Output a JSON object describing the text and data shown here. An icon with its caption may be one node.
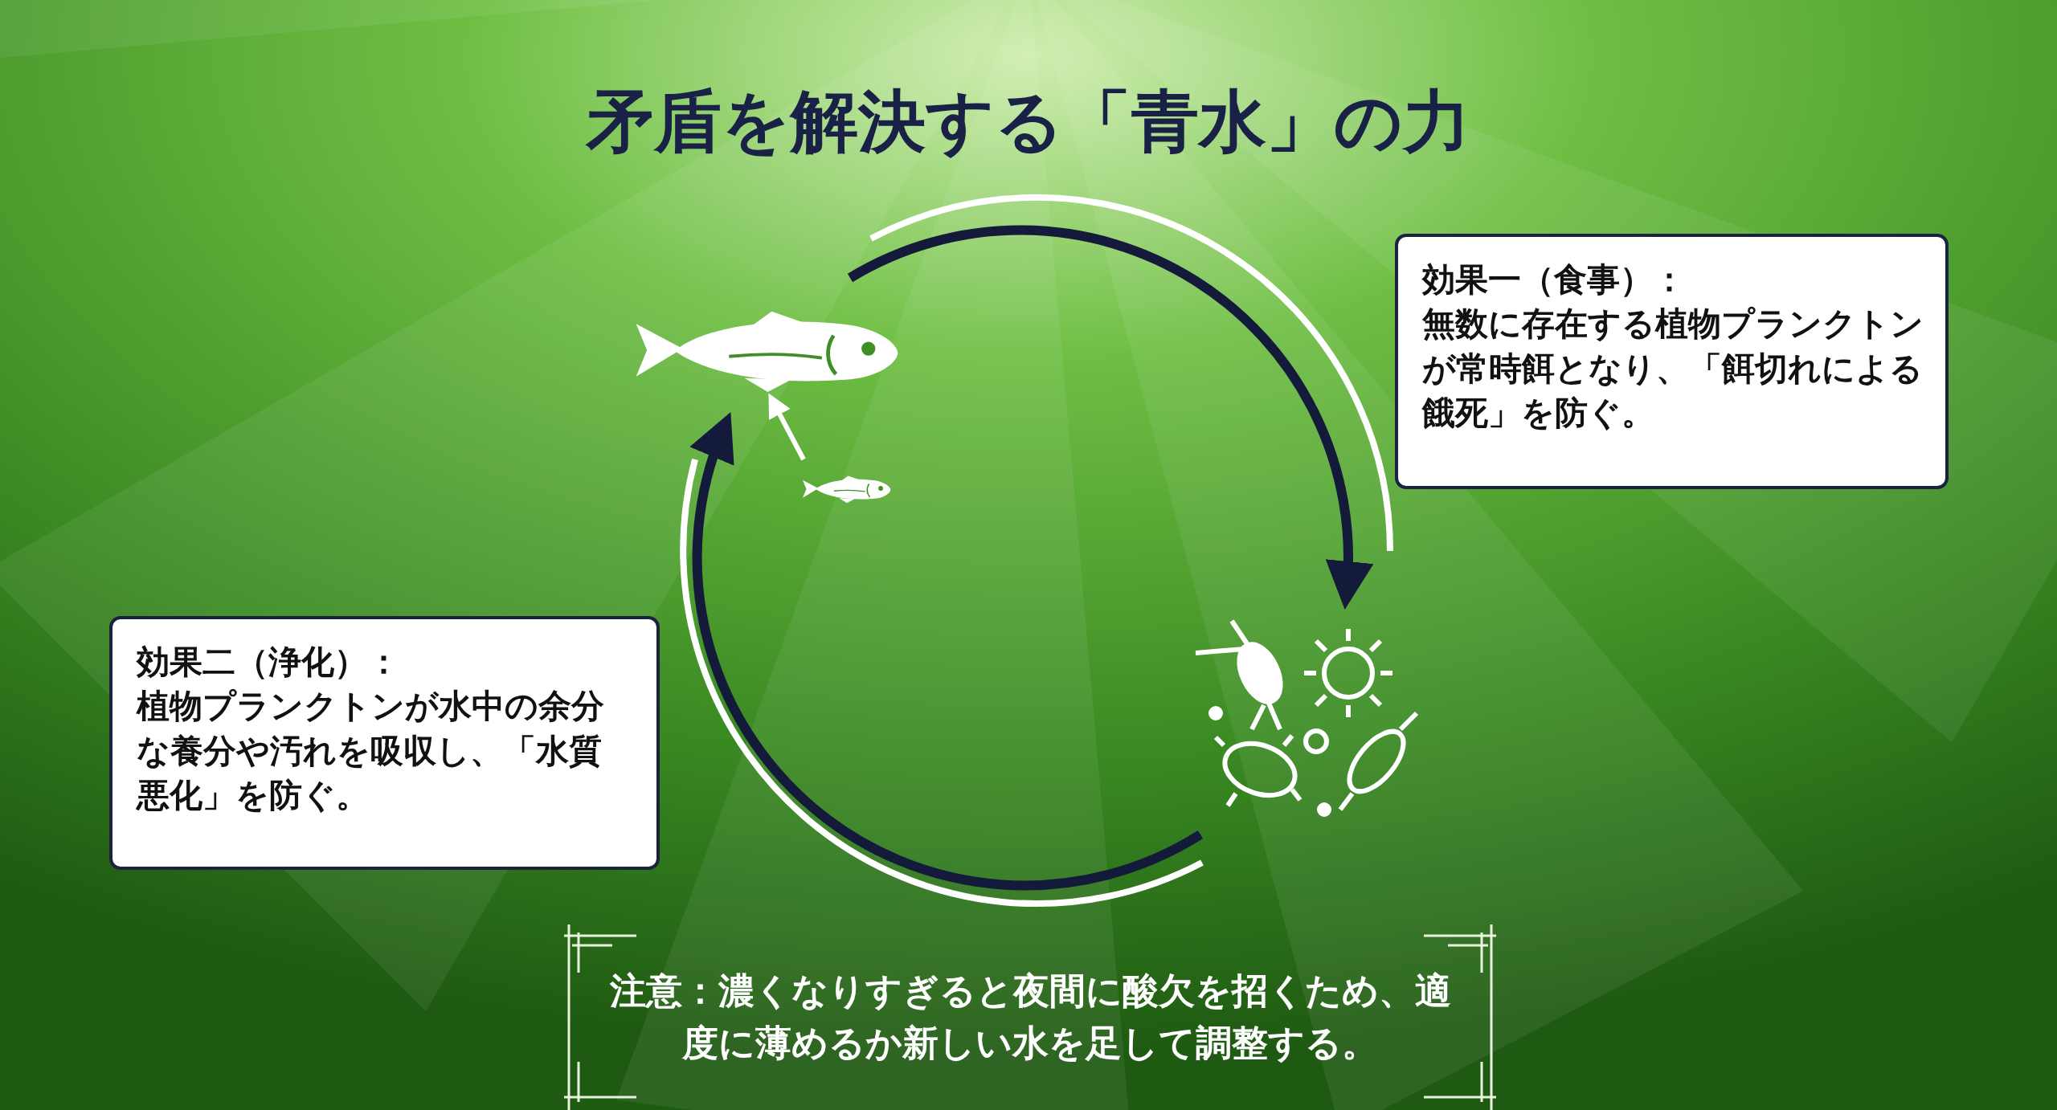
{
  "diagram": {
    "title": "矛盾を解決する「青水」の力",
    "nodes": [
      {
        "text": [],
        "shape": "picture"
      },
      {
        "text": [],
        "shape": "picture"
      },
      {
        "text": [],
        "shape": "picture"
      },
      {
        "text": [
          "効果一（食事）：",
          "無数に存在する植物プランクトンが常時餌となり、「餌切れによる餓死」を防ぐ。"
        ]
      },
      {
        "text": [
          "効果二（浄化）：",
          "植物プランクトンが水中の余分な養分や汚れを吸収し、「水質悪化」を防ぐ。"
        ]
      },
      {
        "text": [
          "注意：濃くなりすぎると夜間に酸欠を招くため、適度に薄めるか新しい水を足して調整する。"
        ]
      }
    ],
    "edges": [
      {
        "from": 0,
        "to": 2,
        "arrow": "to"
      },
      {
        "from": 2,
        "to": 0,
        "arrow": "to"
      },
      {
        "from": 1,
        "to": 0,
        "arrow": "to",
        "color": "#ffffff"
      }
    ]
  }
}
